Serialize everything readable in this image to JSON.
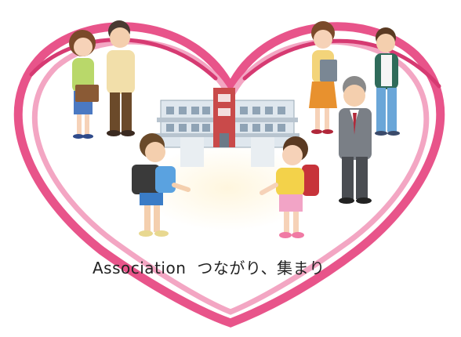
{
  "caption": {
    "latin": "Association",
    "japanese": "つながり、集まり"
  },
  "colors": {
    "heart_outer": "#e8548a",
    "heart_inner": "#f3a6c3",
    "heart_fill": "#ffffff",
    "glow": "#fff4d8",
    "school_wall": "#dfe7ee",
    "school_accent": "#c94a4a"
  },
  "illustration": {
    "school": "school-building",
    "people": [
      "mother",
      "father",
      "teacher-woman",
      "student-boy",
      "principal",
      "schoolboy",
      "schoolgirl"
    ]
  }
}
